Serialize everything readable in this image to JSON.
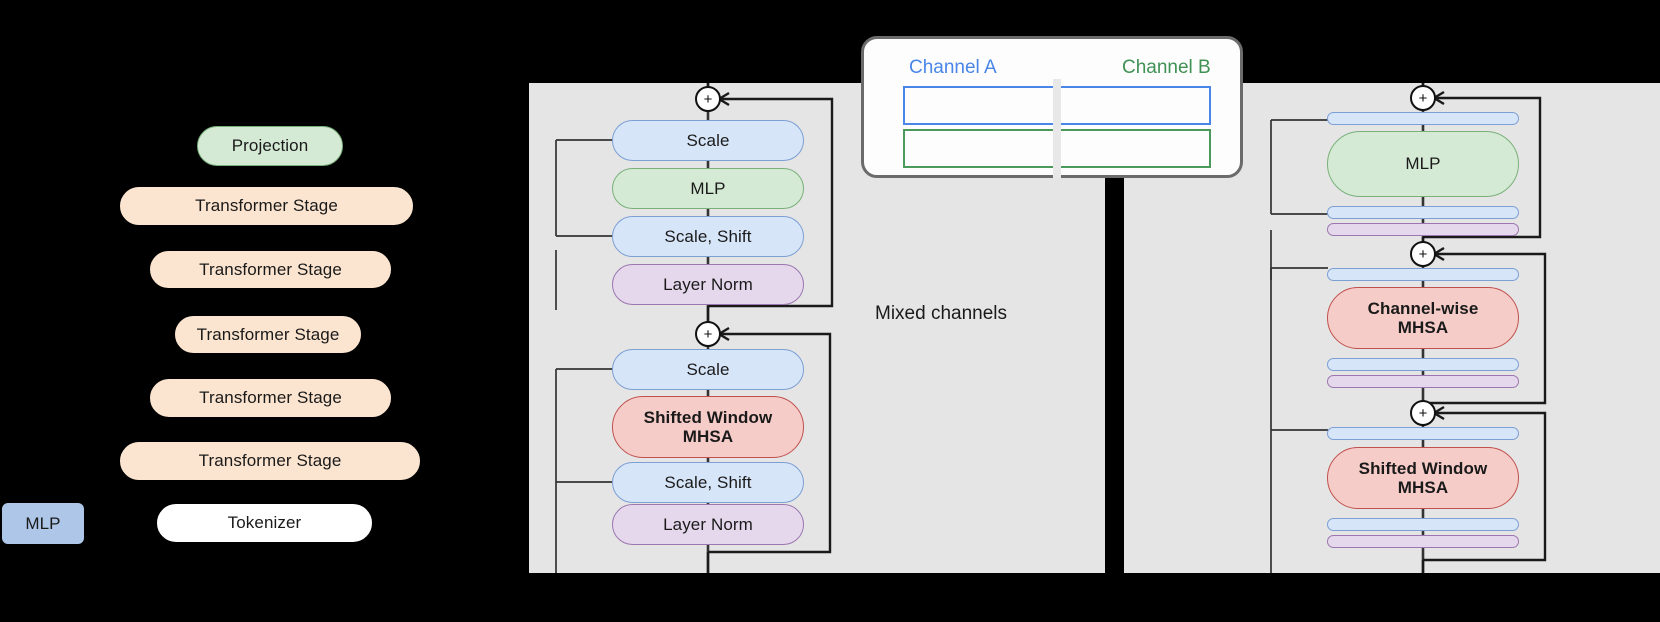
{
  "figure": {
    "background": "#000000",
    "panel_bg": "#e5e5e5"
  },
  "palette": {
    "green": "#d5ead4",
    "orange": "#fce5d0",
    "blue": "#d7e5f9",
    "purple": "#e5d8ec",
    "red": "#f6ccc8",
    "white": "#ffffff",
    "mlp_legend_blue": "#aec6e8",
    "channel_a": "#4a86e8",
    "channel_b": "#3f9154"
  },
  "architecture_column": {
    "name": "model-architecture-stack",
    "items": [
      {
        "label": "Projection",
        "color": "green"
      },
      {
        "label": "Transformer Stage",
        "color": "orange"
      },
      {
        "label": "Transformer Stage",
        "color": "orange"
      },
      {
        "label": "Transformer Stage",
        "color": "orange"
      },
      {
        "label": "Transformer Stage",
        "color": "orange"
      },
      {
        "label": "Transformer Stage",
        "color": "orange"
      },
      {
        "label": "Tokenizer",
        "color": "white"
      }
    ],
    "legend": {
      "label": "MLP",
      "color": "mlp_legend_blue"
    }
  },
  "center_panel": {
    "name": "mixed-channel-block",
    "caption": "Mixed channels",
    "upper_block": {
      "residual_symbol": "+",
      "rows": [
        {
          "label": "Scale",
          "color": "blue"
        },
        {
          "label": "MLP",
          "color": "green"
        },
        {
          "label": "Scale, Shift",
          "color": "blue"
        },
        {
          "label": "Layer Norm",
          "color": "purple"
        }
      ]
    },
    "lower_block": {
      "residual_symbol": "+",
      "rows": [
        {
          "label": "Scale",
          "color": "blue"
        },
        {
          "label": "Shifted Window\nMHSA",
          "color": "red"
        },
        {
          "label": "Scale, Shift",
          "color": "blue"
        },
        {
          "label": "Layer Norm",
          "color": "purple"
        }
      ]
    }
  },
  "right_panel": {
    "name": "channel-wise-block",
    "blocks": [
      {
        "residual_symbol": "+",
        "rows": [
          {
            "label": "",
            "color": "blue",
            "collapsed": true
          },
          {
            "label": "MLP",
            "color": "green",
            "collapsed": false
          },
          {
            "label": "",
            "color": "blue",
            "collapsed": true
          },
          {
            "label": "",
            "color": "purple",
            "collapsed": true
          }
        ]
      },
      {
        "residual_symbol": "+",
        "rows": [
          {
            "label": "",
            "color": "blue",
            "collapsed": true
          },
          {
            "label": "Channel-wise\nMHSA",
            "color": "red",
            "collapsed": false
          },
          {
            "label": "",
            "color": "blue",
            "collapsed": true
          },
          {
            "label": "",
            "color": "purple",
            "collapsed": true
          }
        ]
      },
      {
        "residual_symbol": "+",
        "rows": [
          {
            "label": "",
            "color": "blue",
            "collapsed": true
          },
          {
            "label": "Shifted Window\nMHSA",
            "color": "red",
            "collapsed": false
          },
          {
            "label": "",
            "color": "blue",
            "collapsed": true
          },
          {
            "label": "",
            "color": "purple",
            "collapsed": true
          }
        ]
      }
    ]
  },
  "callout": {
    "name": "channel-split-callout",
    "channel_a_label": "Channel A",
    "channel_b_label": "Channel B"
  }
}
